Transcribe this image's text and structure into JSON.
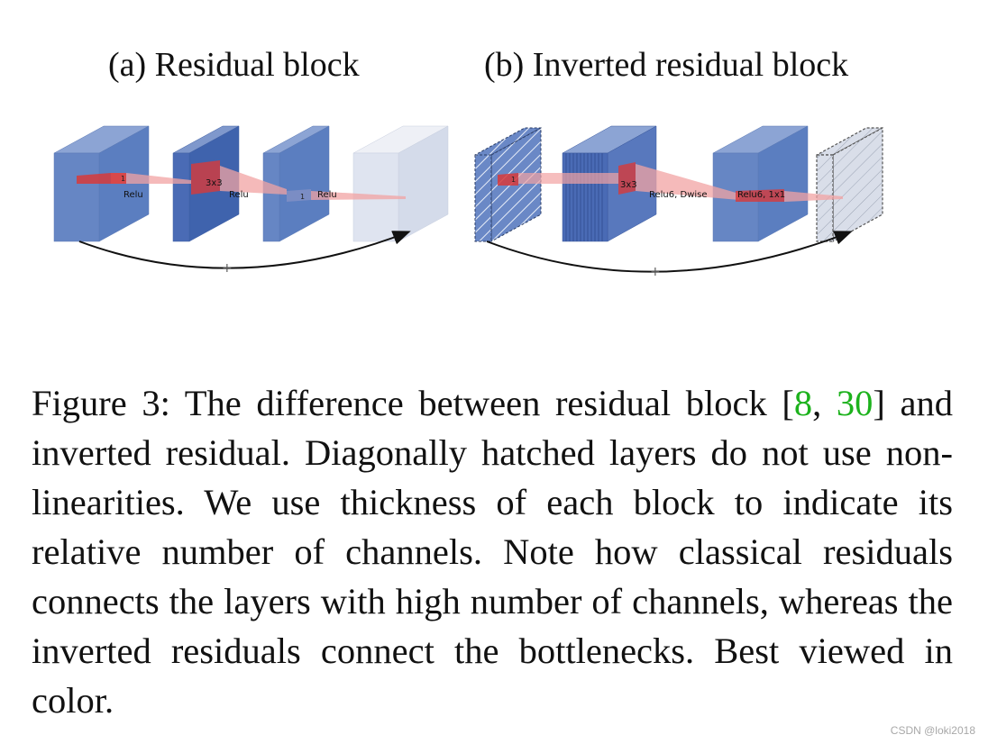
{
  "titles": {
    "a": "(a) Residual block",
    "b": "(b) Inverted residual block"
  },
  "diagram_a": {
    "labels": {
      "one_a": "1",
      "relu_1": "Relu",
      "k3x3": "3x3",
      "relu_2": "Relu",
      "one_b": "1",
      "relu_3": "Relu",
      "plus": "+"
    }
  },
  "diagram_b": {
    "labels": {
      "one": "1",
      "k3x3": "3x3",
      "relu6_dwise": "Relu6, Dwise",
      "relu6_1x1": "Relu6, 1x1",
      "plus": "+"
    }
  },
  "caption": {
    "prefix": "Figure 3: The difference between residual block [",
    "cite1": "8",
    "sep": ", ",
    "cite2": "30",
    "suffix": "] and inverted residual. Diagonally hatched layers do not use non-linearities. We use thickness of each block to indicate its relative number of channels. Note how clas­sical residuals connects the layers with high number of channels, whereas the inverted residuals connect the bot­tlenecks. Best viewed in color.",
    "cite_color": "#1db21d"
  },
  "colors": {
    "block": "#6686c4",
    "block_dark": "#4a6bb5",
    "faded": "#dfe4f0",
    "highlight": "#d83a3a"
  },
  "watermark": "CSDN @loki2018"
}
